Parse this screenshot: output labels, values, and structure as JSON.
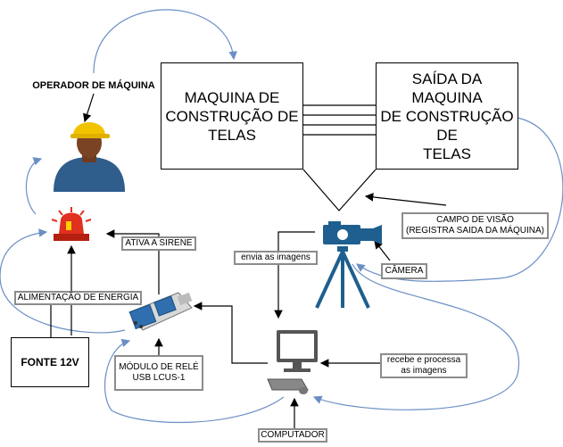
{
  "labels": {
    "operator": "OPERADOR DE MÁQUINA",
    "machine": "MAQUINA DE\nCONSTRUÇÃO DE\nTELAS",
    "machine_output": "SAÍDA DA MAQUINA\nDE CONSTRUÇÃO DE\nTELAS",
    "field_of_view": "CAMPO DE VISÃO\n(REGISTRA SAIDA DA MÁQUINA)",
    "camera": "CÂMERA",
    "sends_images": "envia as imagens",
    "siren": "ATIVA A SIRENE",
    "power": "ALIMENTAÇÃO DE ENERGIA",
    "source": "FONTE 12V",
    "relay": "MÓDULO DE RELÉ\nUSB LCUS-1",
    "receives": "recebe e processa\nas imagens",
    "computer": "COMPUTADOR"
  },
  "colors": {
    "curve": "#6b8fc4",
    "camera": "#1f5f8f",
    "relay": "#2f6fb0",
    "siren": "#e03020",
    "helmet": "#f2c400",
    "shirt": "#2f5d8c"
  }
}
